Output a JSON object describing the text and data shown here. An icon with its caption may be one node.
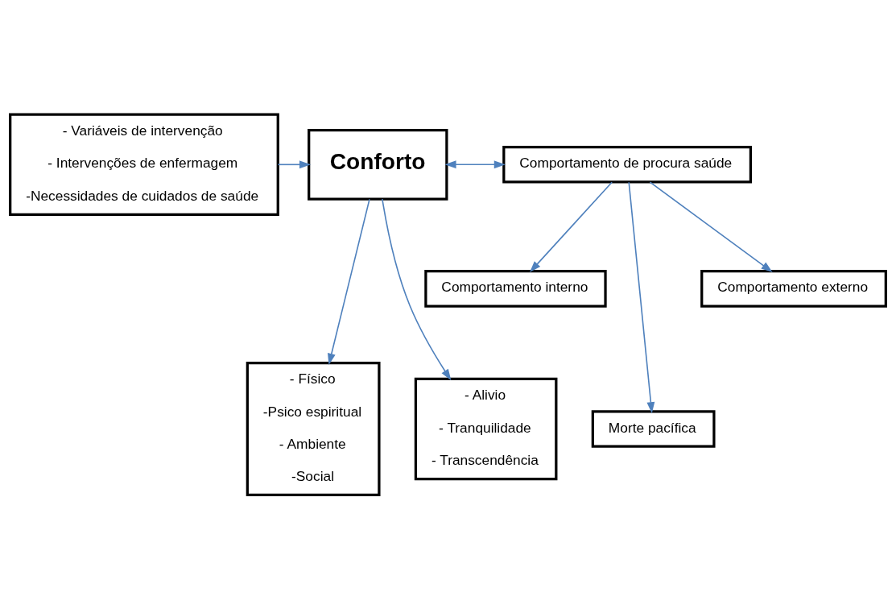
{
  "diagram": {
    "nodes": [
      {
        "text": [
          "- Variáveis de intervenção",
          "- Intervenções de enfermagem",
          "-Necessidades de cuidados de saúde"
        ]
      },
      {
        "text": [
          "Conforto"
        ]
      },
      {
        "text": [
          "Comportamento de procura saúde"
        ]
      },
      {
        "text": [
          "Comportamento interno"
        ]
      },
      {
        "text": [
          "Comportamento externo"
        ]
      },
      {
        "text": [
          "- Alivio",
          "- Tranquilidade",
          "- Transcendência"
        ]
      },
      {
        "text": [
          "- Físico",
          "-Psico espiritual",
          "- Ambiente",
          "-Social"
        ]
      },
      {
        "text": [
          "Morte pacífica"
        ]
      }
    ],
    "edges": [
      {
        "from": 0,
        "to": 1,
        "arrow": "to"
      },
      {
        "from": 1,
        "to": 2,
        "arrow": "both"
      },
      {
        "from": 1,
        "to": 5,
        "arrow": "to"
      },
      {
        "from": 1,
        "to": 6,
        "arrow": "to"
      },
      {
        "from": 2,
        "to": 3,
        "arrow": "to"
      },
      {
        "from": 2,
        "to": 4,
        "arrow": "to"
      },
      {
        "from": 2,
        "to": 7,
        "arrow": "to"
      }
    ]
  }
}
